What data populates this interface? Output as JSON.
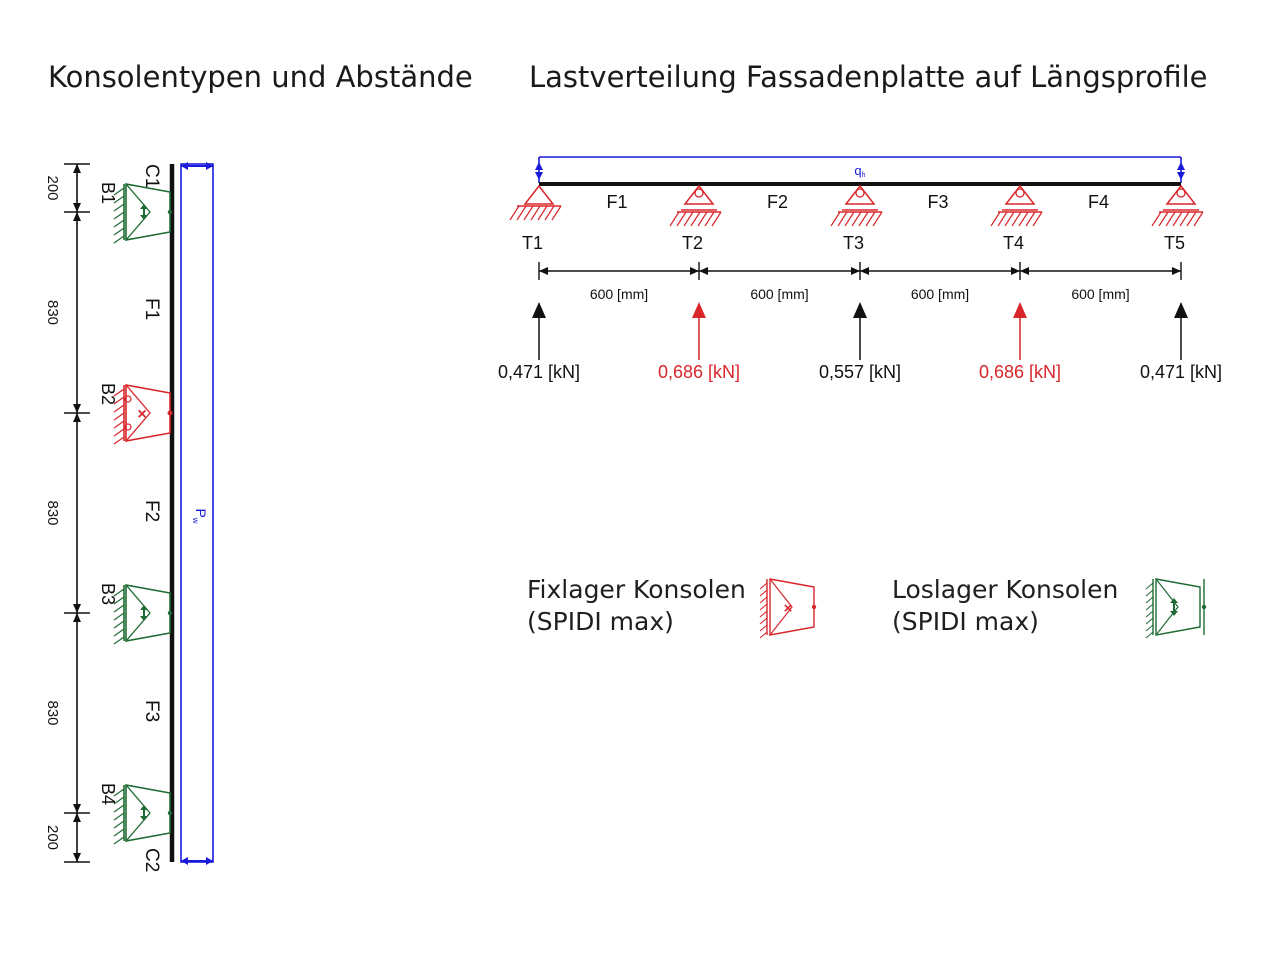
{
  "titles": {
    "left": "Konsolentypen und Abstände",
    "right": "Lastverteilung Fassadenplatte auf Längsprofile"
  },
  "colors": {
    "fix": "#d9262b",
    "los": "#1e6b34",
    "load": "#1a1adb",
    "black": "#111111"
  },
  "left_diagram": {
    "dimensions": [
      "200",
      "830",
      "830",
      "830",
      "200"
    ],
    "consoles": [
      {
        "label": "B1",
        "type": "los"
      },
      {
        "label": "B2",
        "type": "fix"
      },
      {
        "label": "B3",
        "type": "los"
      },
      {
        "label": "B4",
        "type": "los"
      }
    ],
    "fields": [
      "F1",
      "F2",
      "F3"
    ],
    "ends": {
      "top": "C1",
      "bottom": "C2"
    },
    "load_label": "P",
    "load_sub": "w"
  },
  "beam": {
    "load_label": "q",
    "load_sub": "h",
    "fields": [
      "F1",
      "F2",
      "F3",
      "F4"
    ],
    "supports": [
      {
        "label": "T1",
        "type": "fix",
        "reaction": "0,471 [kN]"
      },
      {
        "label": "T2",
        "type": "los",
        "reaction": "0,686 [kN]"
      },
      {
        "label": "T3",
        "type": "los",
        "reaction": "0,557 [kN]"
      },
      {
        "label": "T4",
        "type": "los",
        "reaction": "0,686 [kN]"
      },
      {
        "label": "T5",
        "type": "los",
        "reaction": "0,471 [kN]"
      }
    ],
    "spans": [
      "600 [mm]",
      "600 [mm]",
      "600 [mm]",
      "600 [mm]"
    ]
  },
  "legend": {
    "fix": {
      "line1": "Fixlager Konsolen",
      "line2": "(SPIDI max)"
    },
    "los": {
      "line1": "Loslager Konsolen",
      "line2": "(SPIDI max)"
    }
  }
}
